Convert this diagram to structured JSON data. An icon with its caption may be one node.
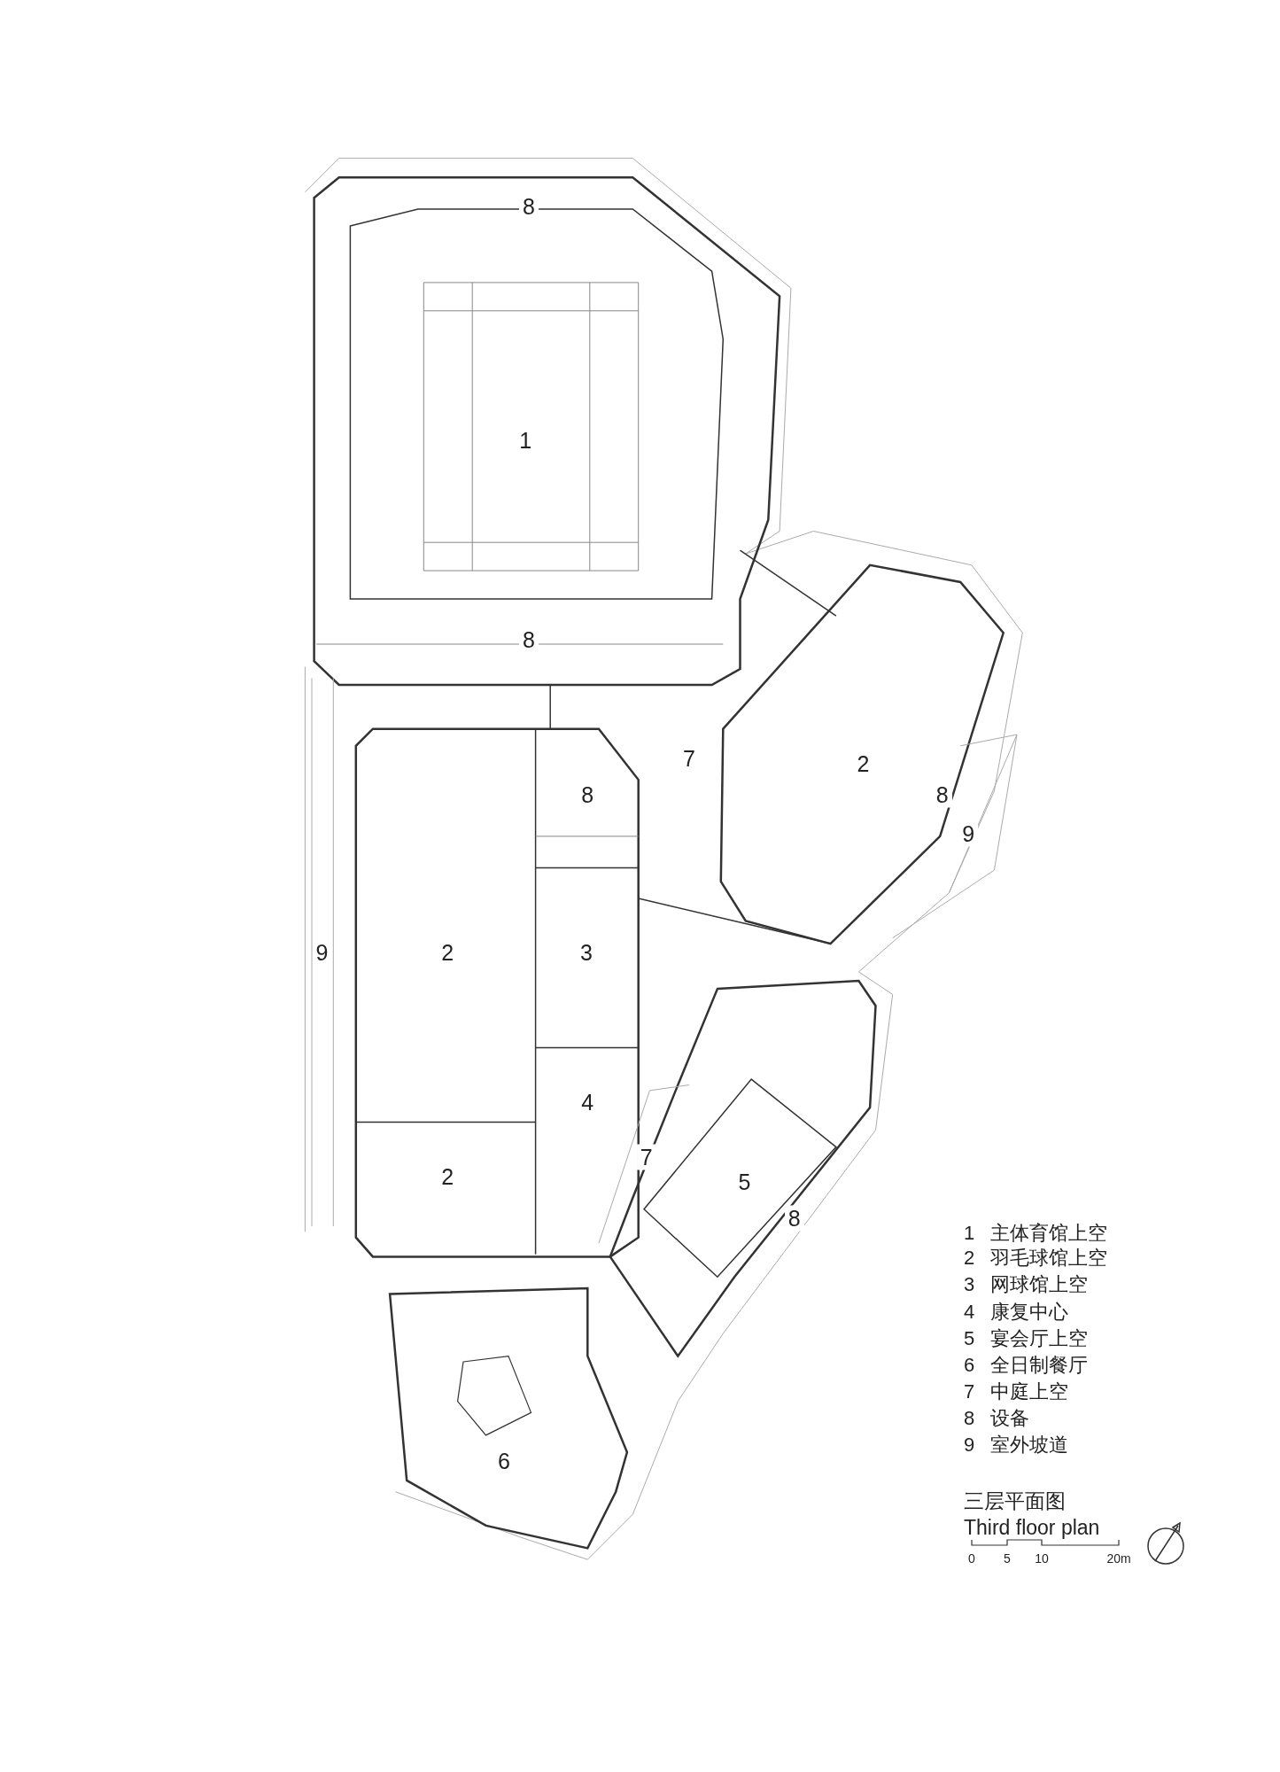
{
  "diagram": {
    "labels": [
      "8",
      "1",
      "8",
      "7",
      "2",
      "8",
      "8",
      "9",
      "9",
      "2",
      "3",
      "4",
      "7",
      "5",
      "8",
      "2",
      "6",
      "1 主体育馆上空",
      "2 羽毛球馆上空",
      "3 网球馆上空",
      "4 康复中心",
      "5 宴会厅上空",
      "6 全日制餐厅",
      "7 中庭上空",
      "8 设备",
      "9 室外坡道",
      "三层平面图",
      "Third floor plan",
      "0",
      "5",
      "10",
      "20m"
    ]
  }
}
